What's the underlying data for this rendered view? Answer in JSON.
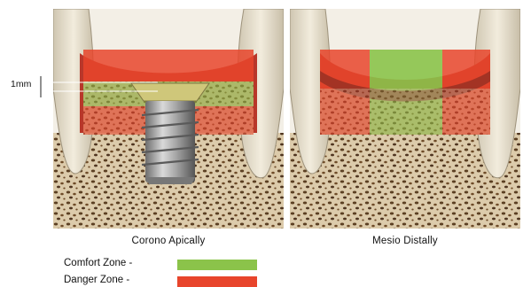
{
  "measure": {
    "label": "1mm"
  },
  "panels": [
    {
      "caption": "Corono Apically"
    },
    {
      "caption": "Mesio Distally"
    }
  ],
  "legend": {
    "items": [
      {
        "label": "Comfort Zone -",
        "color": "#8bc34a"
      },
      {
        "label": "Danger Zone -",
        "color": "#e8452c"
      }
    ]
  },
  "colors": {
    "comfort": "#8bc34a",
    "danger": "#e8452c",
    "bone": "#d8c7a6",
    "gum": "#b8372a",
    "tooth": "#ebe4d3"
  }
}
